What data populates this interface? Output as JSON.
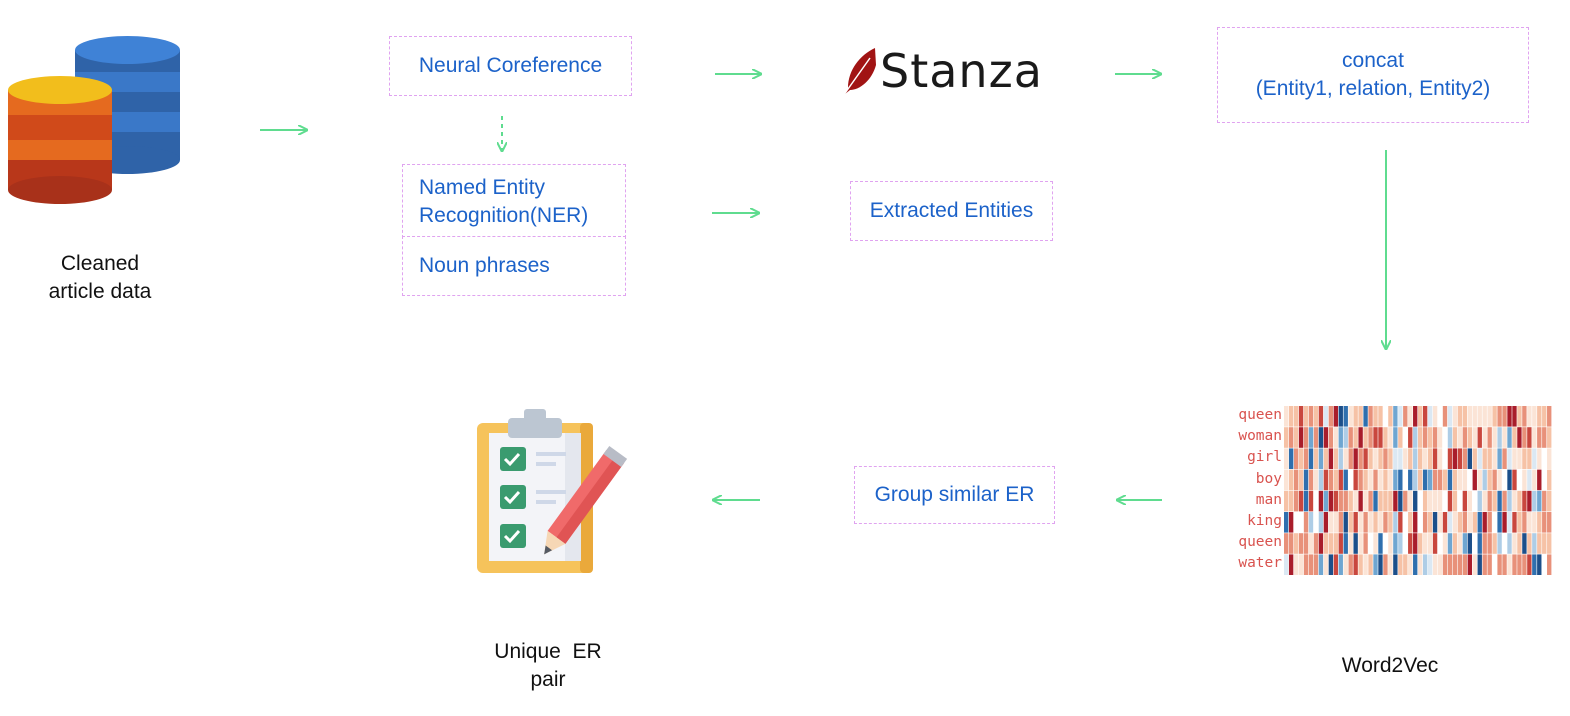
{
  "nodes": {
    "source_caption": "Cleaned\narticle data",
    "coref": "Neural Coreference",
    "ner": "Named Entity\nRecognition(NER)",
    "noun_phrases": "Noun phrases",
    "stanza_logo": "Stanza",
    "extracted": "Extracted Entities",
    "concat": "concat\n(Entity1, relation, Entity2)",
    "group": "Group similar ER",
    "unique_caption": "Unique  ER\npair",
    "word2vec_caption": "Word2Vec"
  },
  "heatmap": {
    "rows": [
      "queen",
      "woman",
      "girl",
      "boy",
      "man",
      "king",
      "queen",
      "water"
    ]
  },
  "colors": {
    "arrow": "#5fdc8f",
    "box_border": "#e0a3f0",
    "box_text": "#1c62c9",
    "stanza_feather": "#a11414"
  }
}
